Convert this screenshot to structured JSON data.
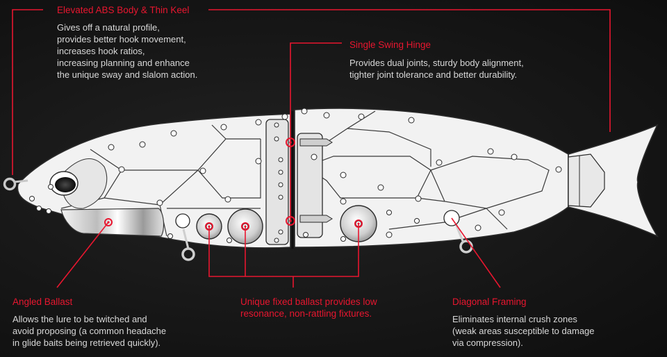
{
  "colors": {
    "accent": "#e8162f",
    "lure_body": "#f2f2f2",
    "outline": "#2a2a2a",
    "background": "#171717"
  },
  "callouts": {
    "abs_body": {
      "title": "Elevated ABS Body & Thin Keel",
      "description": "Gives off a natural profile,\nprovides better hook movement,\nincreases hook ratios,\nincreasing planning and enhance\nthe unique sway and slalom action."
    },
    "swing_hinge": {
      "title": "Single Swing Hinge",
      "description": "Provides dual joints, sturdy body alignment,\ntighter joint tolerance and better durability."
    },
    "angled_ballast": {
      "title": "Angled Ballast",
      "description": "Allows the lure to be twitched and\navoid proposing (a common headache\nin glide baits being retrieved quickly)."
    },
    "fixed_ballast": {
      "title": "Unique fixed ballast provides low\nresonance, non-rattling fixtures."
    },
    "diagonal_framing": {
      "title": "Diagonal Framing",
      "description": "Eliminates internal crush zones\n(weak areas susceptible to damage\nvia compression)."
    }
  }
}
